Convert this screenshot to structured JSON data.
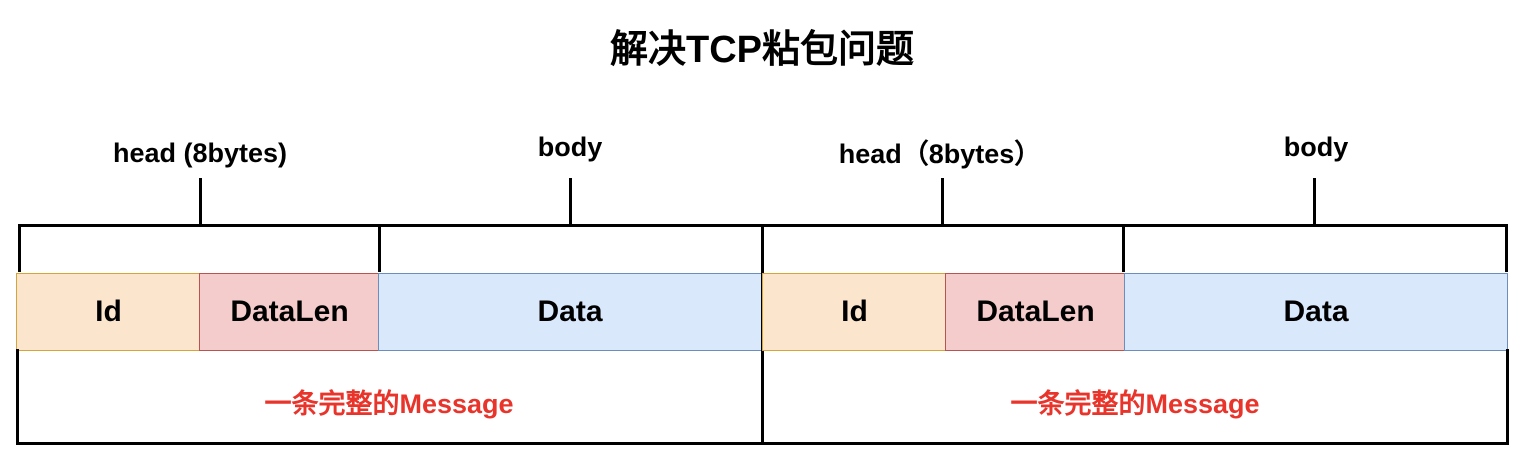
{
  "title": "解决TCP粘包问题",
  "packets": [
    {
      "head_label": "head (8bytes)",
      "body_label": "body",
      "fields": {
        "id": "Id",
        "datalen": "DataLen",
        "data": "Data"
      },
      "message_label": "一条完整的Message"
    },
    {
      "head_label": "head（8bytes）",
      "body_label": "body",
      "fields": {
        "id": "Id",
        "datalen": "DataLen",
        "data": "Data"
      },
      "message_label": "一条完整的Message"
    }
  ],
  "colors": {
    "id_fill": "#fce5cd",
    "id_border": "#d6a43a",
    "datalen_fill": "#f4cccc",
    "datalen_border": "#b85450",
    "data_fill": "#dae8fc",
    "data_border": "#6c8ebf",
    "message_text": "#e8342a"
  }
}
